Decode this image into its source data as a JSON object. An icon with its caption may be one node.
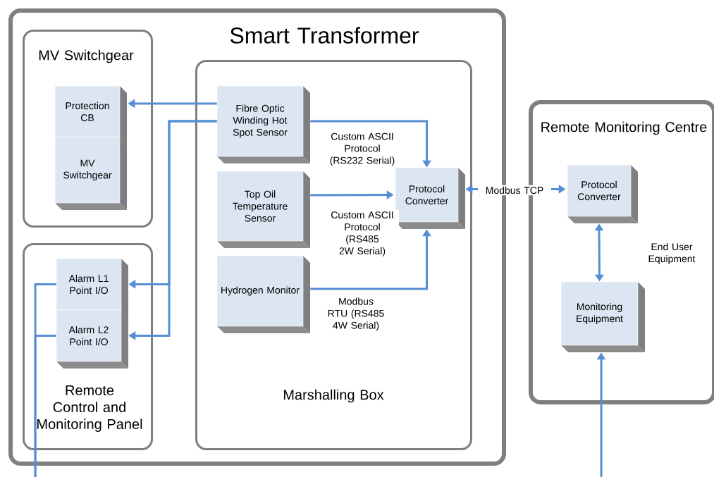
{
  "diagram": {
    "nodes": [
      {
        "text": [
          "Smart Transformer"
        ]
      },
      {
        "text": [
          "MV Switchgear"
        ],
        "in": 0
      },
      {
        "text": [
          "Protection CB"
        ],
        "in": 1
      },
      {
        "text": [
          "MV Switchgear"
        ],
        "in": 1
      },
      {
        "text": [
          "Remote Control and Monitoring Panel"
        ],
        "in": 0
      },
      {
        "text": [
          "Alarm L1 Point I/O"
        ],
        "in": 4
      },
      {
        "text": [
          "Alarm L2 Point I/O"
        ],
        "in": 4
      },
      {
        "text": [
          "Marshalling Box"
        ],
        "in": 0
      },
      {
        "text": [
          "Fibre Optic Winding Hot Spot Sensor"
        ],
        "in": 7
      },
      {
        "text": [
          "Top Oil Temperature Sensor"
        ],
        "in": 7
      },
      {
        "text": [
          "Hydrogen Monitor"
        ],
        "in": 7
      },
      {
        "text": [
          "Protocol Converter"
        ],
        "in": 7
      },
      {
        "text": [
          "Remote Monitoring Centre"
        ]
      },
      {
        "text": [
          "Protocol Converter"
        ],
        "in": 12
      },
      {
        "text": [
          "Monitoring Equipment"
        ],
        "in": 12
      }
    ],
    "edges": [
      {
        "from": 8,
        "to": 2,
        "arrow": "to"
      },
      {
        "from": 8,
        "to": 5,
        "arrow": "to"
      },
      {
        "from": 8,
        "to": 6,
        "arrow": "to"
      },
      {
        "from": 8,
        "to": 11,
        "arrow": "to",
        "label": "Custom ASCII Protocol (RS232 Serial)"
      },
      {
        "from": 9,
        "to": 11,
        "arrow": "to",
        "label": "Custom ASCII Protocol (RS485 2W Serial)"
      },
      {
        "from": 10,
        "to": 11,
        "arrow": "to",
        "label": "Modbus RTU (RS485 4W Serial)"
      },
      {
        "from": 11,
        "to": 13,
        "arrow": "both",
        "label": "Modbus TCP"
      },
      {
        "from": 13,
        "to": 14,
        "arrow": "both"
      },
      {
        "from": null,
        "to": 14,
        "arrow": "to"
      },
      {
        "from": 5,
        "to": null,
        "arrow": "none"
      },
      {
        "from": 6,
        "to": null,
        "arrow": "none"
      }
    ],
    "labels": [
      "End User Equipment"
    ]
  }
}
